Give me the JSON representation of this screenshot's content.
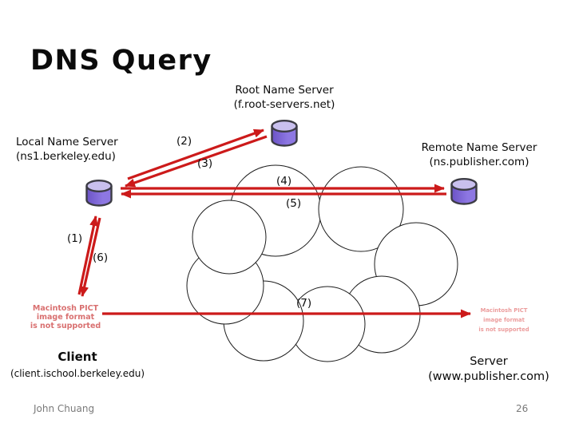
{
  "slide": {
    "title": "DNS Query",
    "nodes": {
      "root": {
        "label": "Root Name Server",
        "sublabel": "(f.root-servers.net)"
      },
      "local": {
        "label": "Local Name Server",
        "sublabel": "(ns1.berkeley.edu)"
      },
      "remote": {
        "label": "Remote Name Server",
        "sublabel": "(ns.publisher.com)"
      },
      "client": {
        "label": "Client",
        "sublabel": "(client.ischool.berkeley.edu)"
      },
      "server": {
        "label": "Server",
        "sublabel": "(www.publisher.com)"
      }
    },
    "arrow_labels": {
      "a1": "(1)",
      "a2": "(2)",
      "a3": "(3)",
      "a4": "(4)",
      "a5": "(5)",
      "a6": "(6)",
      "a7": "(7)"
    },
    "pict_placeholder": {
      "line1": "Macintosh PICT",
      "line2": "image format",
      "line3": "is not supported"
    },
    "footer": {
      "author": "John Chuang",
      "page_number": "26"
    },
    "colors": {
      "arrow": "#cc1a1a",
      "cloud_outline": "#1c1c1c",
      "cylinder_body_dark": "#6b53c6",
      "cylinder_body_light": "#8d77e2",
      "cylinder_top": "#c9c0ee",
      "cylinder_outline": "#3c3c44",
      "pict_text": "#d97070",
      "pict_text_small": "#ec9c9c",
      "footer_text": "#7a7a7a",
      "text": "#0b0b0b"
    }
  }
}
